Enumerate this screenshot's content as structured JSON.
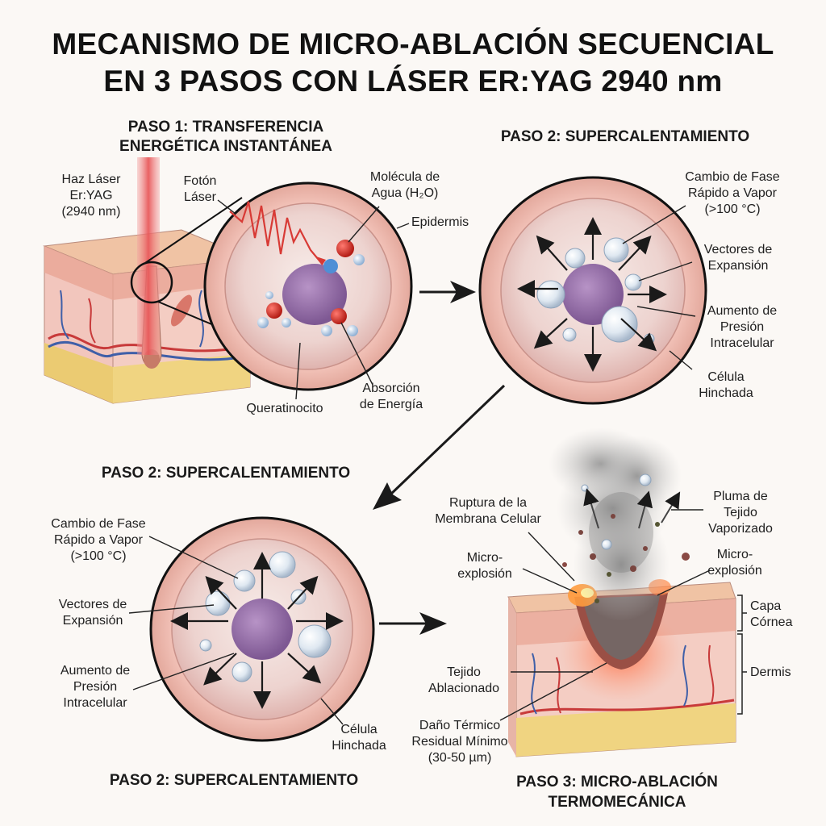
{
  "title": {
    "line1": "MECANISMO DE MICRO-ABLACIÓN SECUENCIAL",
    "line2": "EN 3 PASOS CON LÁSER ER:YAG 2940 nm"
  },
  "panel1": {
    "heading_line1": "PASO 1: TRANSFERENCIA",
    "heading_line2": "ENERGÉTICA INSTANTÁNEA",
    "labels": {
      "beam": [
        "Haz Láser",
        "Er:YAG",
        "(2940 nm)"
      ],
      "photon": [
        "Fotón",
        "Láser"
      ],
      "water": [
        "Molécula de",
        "Agua (H₂O)"
      ],
      "epidermis": "Epidermis",
      "keratinocyte": "Queratinocito",
      "absorption": [
        "Absorción",
        "de Energía"
      ]
    }
  },
  "panel2": {
    "heading": "PASO 2: SUPERCALENTAMIENTO",
    "labels": {
      "phase": [
        "Cambio de Fase",
        "Rápido a Vapor",
        "(>100 °C)"
      ],
      "vectors": [
        "Vectores de",
        "Expansión"
      ],
      "pressure": [
        "Aumento de",
        "Presión",
        "Intracelular"
      ],
      "swollen": [
        "Célula",
        "Hinchada"
      ]
    }
  },
  "panel3": {
    "heading_top": "PASO 2: SUPERCALENTAMIENTO",
    "heading_bottom": "PASO 2: SUPERCALENTAMIENTO",
    "labels": {
      "phase": [
        "Cambio de Fase",
        "Rápido a Vapor",
        "(>100 °C)"
      ],
      "vectors": [
        "Vectores de",
        "Expansión"
      ],
      "pressure": [
        "Aumento de",
        "Presión",
        "Intracelular"
      ],
      "swollen": [
        "Célula",
        "Hinchada"
      ]
    }
  },
  "panel4": {
    "heading_line1": "PASO 3: MICRO-ABLACIÓN",
    "heading_line2": "TERMOMECÁNICA",
    "labels": {
      "rupture": [
        "Ruptura de la",
        "Membrana Celular"
      ],
      "micro_left": [
        "Micro-",
        "explosión"
      ],
      "plume": [
        "Pluma de",
        "Tejido",
        "Vaporizado"
      ],
      "micro_right": [
        "Micro-",
        "explosión"
      ],
      "stratum": [
        "Capa",
        "Córnea"
      ],
      "dermis": "Dermis",
      "ablated": [
        "Tejido",
        "Ablacionado"
      ],
      "thermal": [
        "Daño Térmico",
        "Residual Mínimo",
        "(30-50 µm)"
      ]
    }
  },
  "colors": {
    "skin": "#f3c7bb",
    "skin_dark": "#e9a89b",
    "fat": "#f0d481",
    "vessel_red": "#c83a3a",
    "vessel_blue": "#3f5fa8",
    "nucleus": "#9b73ad",
    "oxygen": "#d02a22",
    "hydrogen": "#bcd2ea",
    "laser": "#e8585a"
  }
}
